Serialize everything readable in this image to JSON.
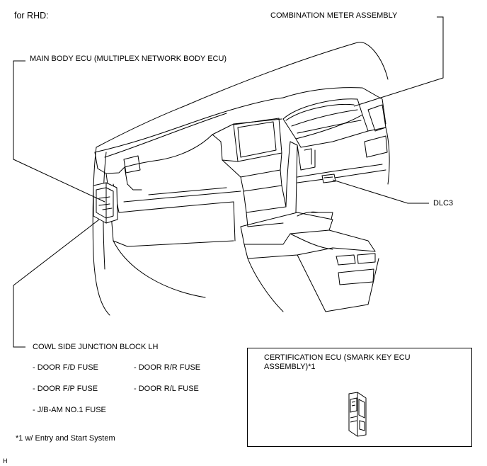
{
  "header": {
    "text": "for RHD:"
  },
  "callouts": {
    "combination_meter": "COMBINATION METER ASSEMBLY",
    "main_body_ecu": "MAIN BODY ECU (MULTIPLEX NETWORK BODY ECU)",
    "dlc3": "DLC3",
    "cowl_side_jb": "COWL SIDE JUNCTION BLOCK LH"
  },
  "fuses": {
    "door_fd": "- DOOR F/D FUSE",
    "door_rr": "- DOOR R/R FUSE",
    "door_fp": "- DOOR F/P FUSE",
    "door_rl": "- DOOR R/L FUSE",
    "jb_am": "- J/B-AM NO.1 FUSE"
  },
  "certification_box": {
    "title_line1": "CERTIFICATION ECU (SMARK KEY ECU",
    "title_line2": "ASSEMBLY)*1"
  },
  "footnote": "*1 w/ Entry and Start System",
  "corner_mark": "H"
}
